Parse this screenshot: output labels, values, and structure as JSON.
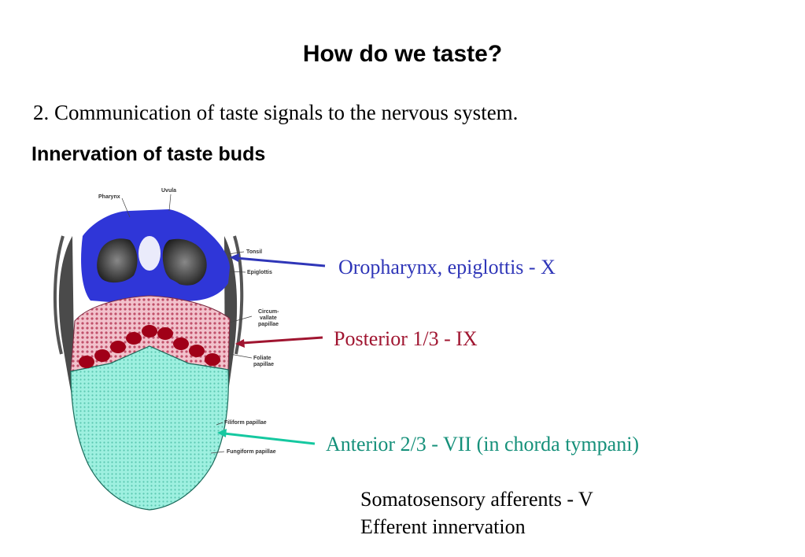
{
  "title": "How do we taste?",
  "subtitle": "2. Communication of taste signals to the nervous system.",
  "heading": "Innervation of taste buds",
  "diagram": {
    "labels": {
      "pharynx": "Pharynx",
      "uvula": "Uvula",
      "tonsil": "Tonsil",
      "epiglottis": "Epiglottis",
      "circum1": "Circum-",
      "circum2": "vallate",
      "circum3": "papillae",
      "foliate1": "Foliate",
      "foliate2": "papillae",
      "filiform": "Filiform papillae",
      "fungiform": "Fungiform papillae"
    }
  },
  "callouts": {
    "oropharynx": {
      "text": "Oropharynx, epiglottis - X",
      "color": "#2f36b8"
    },
    "posterior": {
      "text": "Posterior 1/3 - IX",
      "color": "#a01530"
    },
    "anterior": {
      "text": "Anterior 2/3 - VII (in chorda tympani)",
      "color": "#15907a"
    }
  },
  "notes": {
    "line1": "Somatosensory afferents - V",
    "line2": "Efferent innervation"
  },
  "colors": {
    "blue_region": "#2f36d8",
    "posterior_region": "#e8a0b0",
    "circumvallate_dots": "#a00018",
    "anterior_region": "#8ee8d6"
  }
}
